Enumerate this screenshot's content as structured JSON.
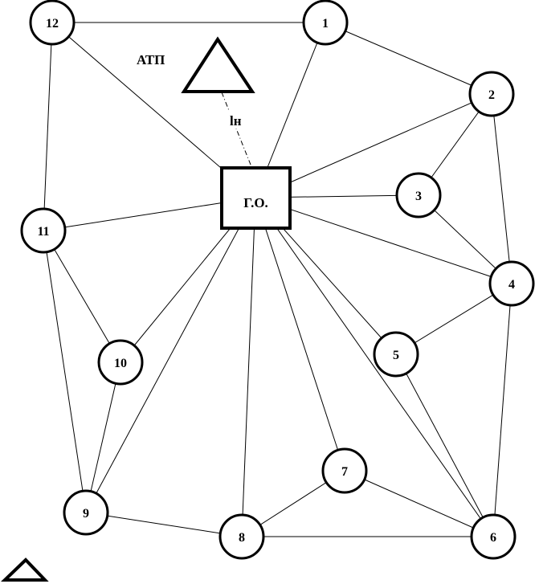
{
  "center": {
    "label": "Г.О."
  },
  "atp": {
    "label": "АТП"
  },
  "link_label": "lн",
  "nodes": [
    {
      "id": "1",
      "label": "1"
    },
    {
      "id": "2",
      "label": "2"
    },
    {
      "id": "3",
      "label": "3"
    },
    {
      "id": "4",
      "label": "4"
    },
    {
      "id": "5",
      "label": "5"
    },
    {
      "id": "6",
      "label": "6"
    },
    {
      "id": "7",
      "label": "7"
    },
    {
      "id": "8",
      "label": "8"
    },
    {
      "id": "9",
      "label": "9"
    },
    {
      "id": "10",
      "label": "10"
    },
    {
      "id": "11",
      "label": "11"
    },
    {
      "id": "12",
      "label": "12"
    }
  ],
  "edges": [
    [
      "12",
      "1"
    ],
    [
      "12",
      "11"
    ],
    [
      "12",
      "GO"
    ],
    [
      "1",
      "2"
    ],
    [
      "1",
      "GO"
    ],
    [
      "2",
      "GO"
    ],
    [
      "2",
      "3"
    ],
    [
      "2",
      "4"
    ],
    [
      "3",
      "GO"
    ],
    [
      "3",
      "4"
    ],
    [
      "4",
      "GO"
    ],
    [
      "4",
      "5"
    ],
    [
      "4",
      "6"
    ],
    [
      "5",
      "GO"
    ],
    [
      "5",
      "6"
    ],
    [
      "GO",
      "6"
    ],
    [
      "GO",
      "7"
    ],
    [
      "GO",
      "8"
    ],
    [
      "GO",
      "9"
    ],
    [
      "GO",
      "10"
    ],
    [
      "GO",
      "11"
    ],
    [
      "7",
      "8"
    ],
    [
      "7",
      "6"
    ],
    [
      "8",
      "6"
    ],
    [
      "8",
      "9"
    ],
    [
      "9",
      "10"
    ],
    [
      "9",
      "11"
    ],
    [
      "10",
      "11"
    ]
  ]
}
